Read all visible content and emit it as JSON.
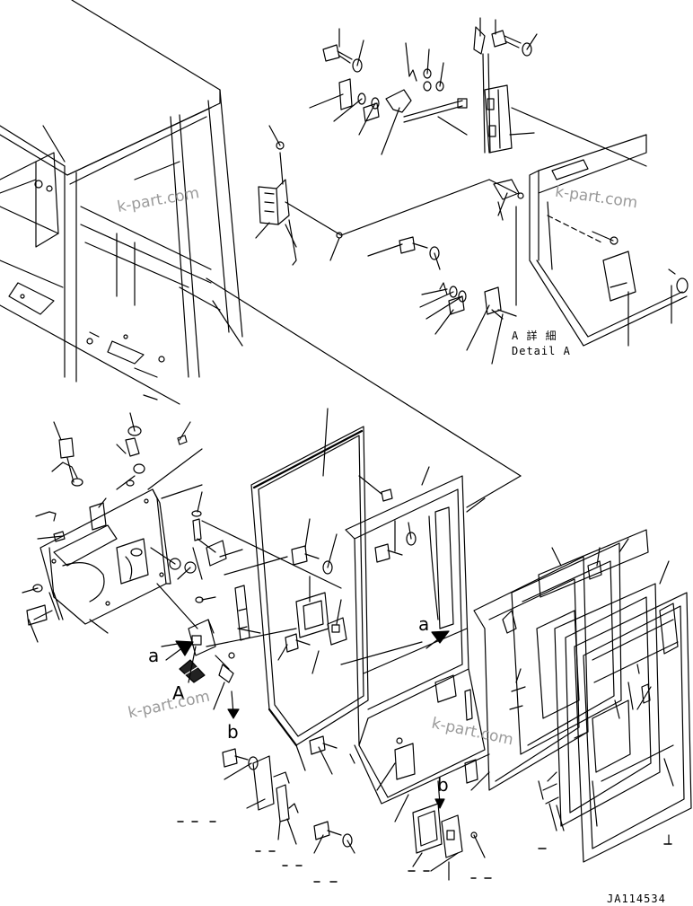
{
  "detail_label": {
    "jp": "A 詳 細",
    "en": "Detail A"
  },
  "callouts": {
    "a1": "a",
    "a2": "a",
    "A": "A",
    "b1": "b",
    "b2": "b"
  },
  "watermark": "k-part.com",
  "drawing_number": "JA114534",
  "colors": {
    "line": "#000000",
    "watermark": "#9a9a9a",
    "background": "#ffffff"
  }
}
